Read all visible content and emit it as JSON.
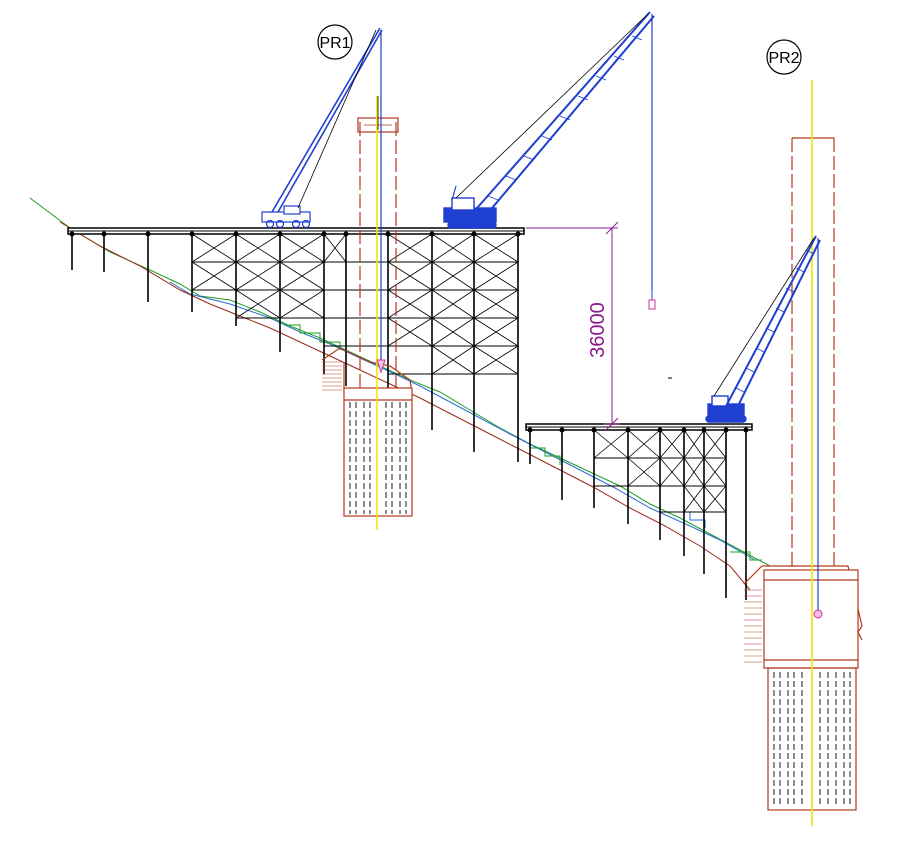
{
  "labels": {
    "pier1": "PR1",
    "pier2": "PR2",
    "height_dimension": "36000"
  },
  "colors": {
    "crane": "#1f3fd0",
    "structure": "#000000",
    "pier_outline": "#b03a1e",
    "centerline": "#f2e600",
    "dimension": "#8b1c8b",
    "terrain_green": "#1e9e2a",
    "terrain_blue": "#2a6fd6",
    "terrain_red": "#9a2a1a"
  }
}
